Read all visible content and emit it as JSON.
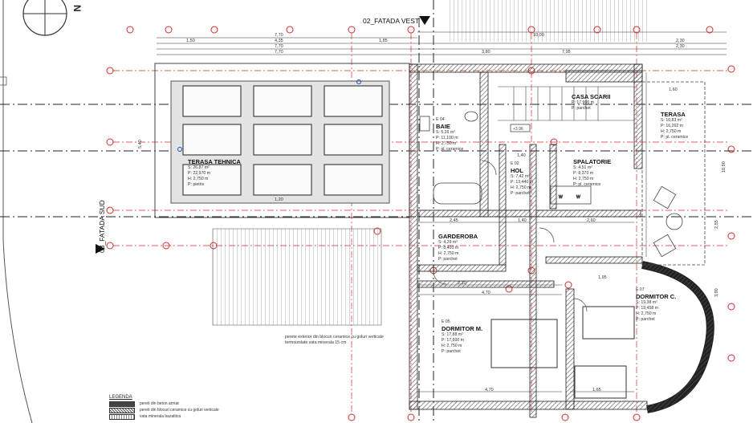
{
  "compass": {
    "north_label": "N"
  },
  "titles": {
    "west": "02_FATADA VEST",
    "south": "03_FATADA SUD"
  },
  "rooms": [
    {
      "name": "TERASA TEHNICA",
      "code": "",
      "area": "S: 26.87 m²",
      "perimeter": "P: 22,970 m",
      "height": "H: 2,750 m",
      "floor": "P: pietris"
    },
    {
      "name": "BAIE",
      "code": "E 04",
      "area": "S: 5,26 m²",
      "perimeter": "P: 11,100 m",
      "height": "H: 2,750 m",
      "floor": "P: pl. ceramice"
    },
    {
      "name": "HOL",
      "code": "E 02",
      "area": "S: 7,42 m²",
      "perimeter": "P: 13,440 m",
      "height": "H: 2,750 m",
      "floor": "P: parchet"
    },
    {
      "name": "SPALATORIE",
      "code": "",
      "area": "S: 4,51 m²",
      "perimeter": "P: 8,370 m",
      "height": "H: 2,750 m",
      "floor": "P: pl. ceramice"
    },
    {
      "name": "CASA SCARII",
      "code": "",
      "area": "",
      "perimeter": "P: 17,900 m",
      "height": "",
      "floor": "P: parchet"
    },
    {
      "name": "TERASA",
      "code": "",
      "area": "S: 10,83 m²",
      "perimeter": "P: 16,262 m",
      "height": "H: 2,750 m",
      "floor": "P: pl. ceramice"
    },
    {
      "name": "GARDEROBA",
      "code": "",
      "area": "S: 4,29 m²",
      "perimeter": "P: 8,400 m",
      "height": "H: 2,750 m",
      "floor": "P: parchet"
    },
    {
      "name": "DORMITOR M.",
      "code": "E 05",
      "area": "S: 17,88 m²",
      "perimeter": "P: 17,600 m",
      "height": "H: 2,750 m",
      "floor": "P: parchet"
    },
    {
      "name": "DORMITOR C.",
      "code": "E 07",
      "area": "S: 19,38 m²",
      "perimeter": "P: 19,458 m",
      "height": "H: 2,750 m",
      "floor": "P: parchet"
    }
  ],
  "level_mark": "+3.96",
  "dimensions": {
    "top": [
      "7,70",
      "4,35",
      "7,70",
      "7,70",
      "1,50",
      "1,85",
      "10,00",
      "3,80",
      "2,30",
      "2,30",
      "7,95"
    ],
    "interior": [
      "2,45",
      "1,40",
      "2,60",
      "2,10",
      "4,70",
      "1,95",
      "1,20",
      "1,40",
      "4,70",
      "1,65",
      "5,40",
      "10,90",
      "2,55",
      "3,90",
      "1,60"
    ]
  },
  "annotation": {
    "line1": "perete exterior din blocuri ceramice cu goluri verticale",
    "line2": "termoizolate vata minerala 15 cm"
  },
  "legend": {
    "title": "LEGENDA",
    "items": [
      "pereti din beton armat",
      "pereti din blocuri ceramice cu goluri verticale",
      "vata minerala bazaltica"
    ]
  },
  "colors": {
    "axis_red": "#d42a2a",
    "wall_dark": "#3a3a3a",
    "line_gray": "#555555"
  }
}
